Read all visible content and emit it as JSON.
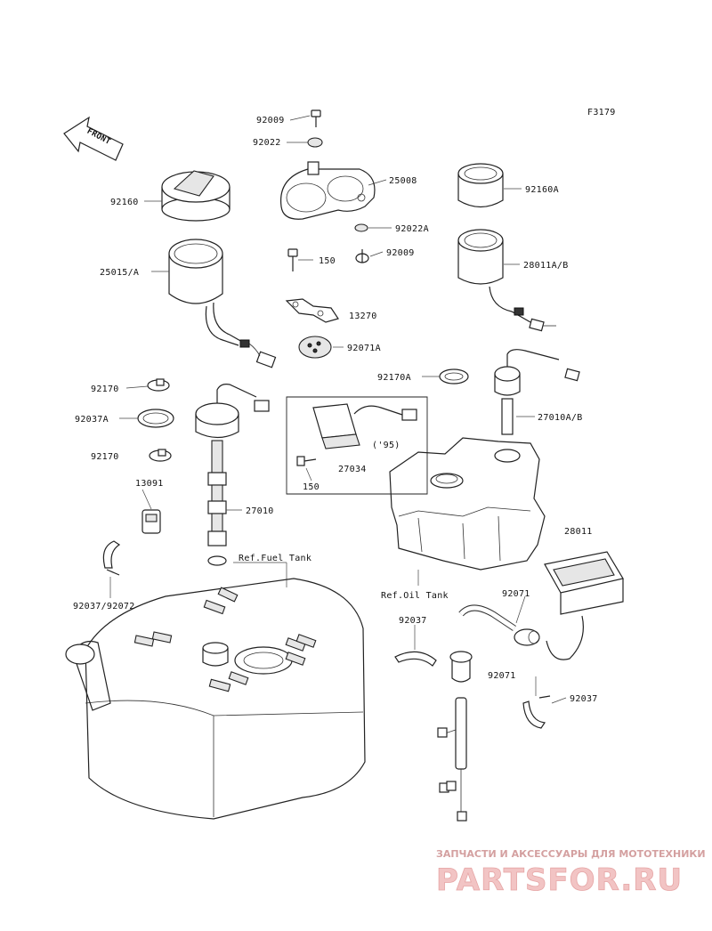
{
  "figure_code": "F3179",
  "front_label": "FRONT",
  "labels": {
    "p92009_top": "92009",
    "p92022": "92022",
    "p25008": "25008",
    "p92160": "92160",
    "p92160A": "92160A",
    "p92022A": "92022A",
    "p150_top": "150",
    "p92009_mid": "92009",
    "p25015A": "25015/A",
    "p28011AB": "28011A/B",
    "p13270": "13270",
    "p92071A": "92071A",
    "p92170A": "92170A",
    "p92170_top": "92170",
    "p92037A": "92037A",
    "p27010AB": "27010A/B",
    "p92170_low": "92170",
    "p95": "('95)",
    "p27034": "27034",
    "p150_low": "150",
    "p13091": "13091",
    "p27010": "27010",
    "p28011": "28011",
    "ref_fuel": "Ref.Fuel Tank",
    "p92037_92072": "92037/92072",
    "ref_oil": "Ref.Oil Tank",
    "p92071_top": "92071",
    "p92037_mid": "92037",
    "p92071_low": "92071",
    "p92037_right": "92037"
  },
  "watermark": {
    "line1": "ЗАПЧАСТИ И АКСЕССУАРЫ ДЛЯ МОТОТЕХНИКИ",
    "line2": "PARTSFOR.RU"
  }
}
